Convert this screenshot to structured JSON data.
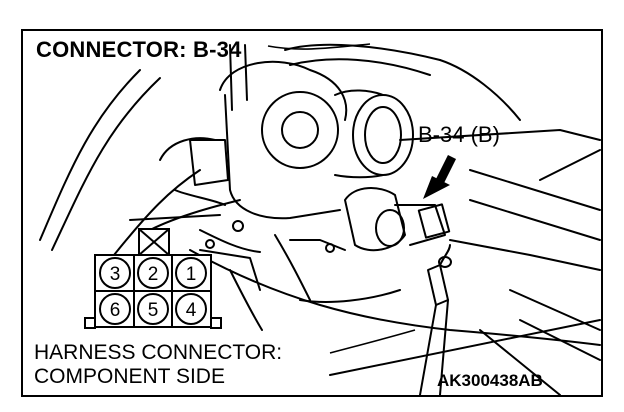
{
  "title": "CONNECTOR: B-34",
  "callout": "B-34 (B)",
  "harness_label_line1": "HARNESS CONNECTOR:",
  "harness_label_line2": "COMPONENT SIDE",
  "drawing_code": "AK300438AB",
  "connector": {
    "top_row_pins": [
      "3",
      "2",
      "1"
    ],
    "bottom_row_pins": [
      "6",
      "5",
      "4"
    ]
  }
}
